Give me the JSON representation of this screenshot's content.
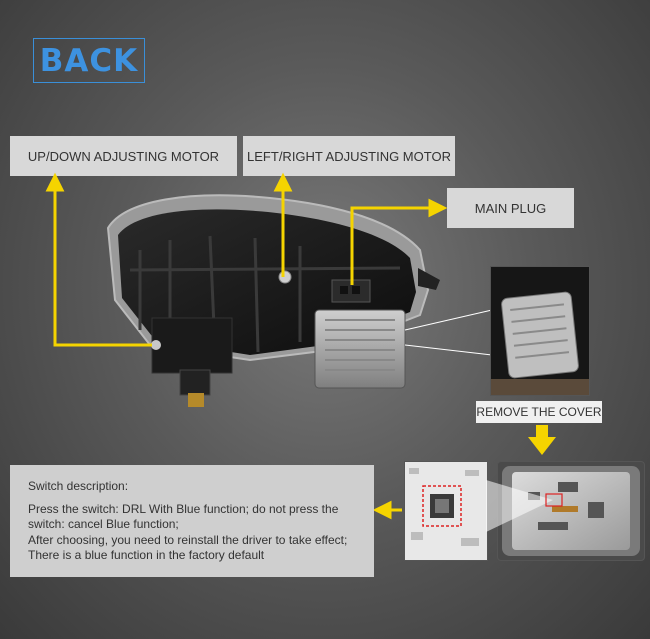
{
  "header": {
    "back_label": "BACK"
  },
  "labels": {
    "updown_motor": "UP/DOWN ADJUSTING MOTOR",
    "leftright_motor": "LEFT/RIGHT ADJUSTING MOTOR",
    "main_plug": "MAIN PLUG",
    "remove_cover": "REMOVE THE COVER"
  },
  "switch_description": {
    "title": "Switch description:",
    "lines": [
      "Press the switch: DRL With Blue function; do not press the",
      "switch: cancel Blue function;",
      "After choosing, you need to reinstall the driver to take effect;",
      "There is a blue function in the factory default"
    ]
  },
  "colors": {
    "accent_blue": "#3d92e0",
    "arrow_yellow": "#f5d400",
    "label_bg": "#d8d8d8"
  },
  "icons": {
    "down_arrow": "thick-down-arrow",
    "pointer_arrows": "yellow-pointer-arrow"
  }
}
